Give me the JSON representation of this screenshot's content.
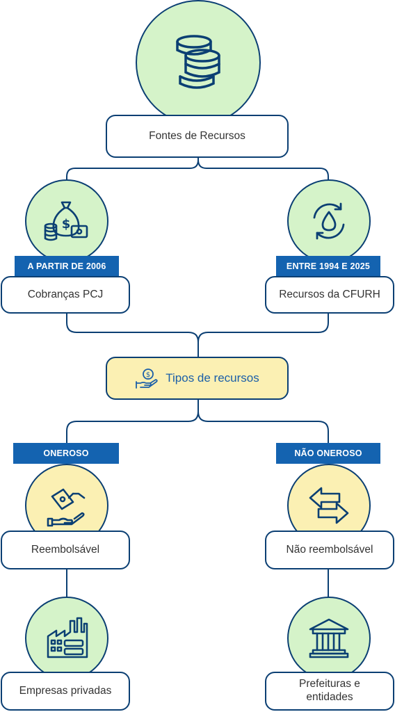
{
  "root": {
    "label": "Fontes de Recursos",
    "icon": "coins-stack-icon"
  },
  "sources": [
    {
      "banner": "A PARTIR DE 2006",
      "label": "Cobranças PCJ",
      "icon": "money-bag-icon"
    },
    {
      "banner": "ENTRE 1994 E 2025",
      "label": "Recursos da CFURH",
      "icon": "water-cycle-icon"
    }
  ],
  "types": {
    "label": "Tipos de recursos",
    "icon": "coin-hand-icon"
  },
  "branches": [
    {
      "banner": "ONEROSO",
      "label": "Reembolsável",
      "icon": "money-handshake-icon",
      "beneficiary": {
        "label": "Empresas privadas",
        "icon": "factory-icon"
      }
    },
    {
      "banner": "NÃO ONEROSO",
      "label": "Não reembolsável",
      "icon": "exchange-arrows-icon",
      "beneficiary": {
        "label": "Prefeituras e entidades",
        "icon": "government-building-icon"
      }
    }
  ],
  "colors": {
    "navy": "#0b3f73",
    "banner": "#1463b0",
    "green": "#d5f3c9",
    "yellow": "#fbf0b3"
  }
}
